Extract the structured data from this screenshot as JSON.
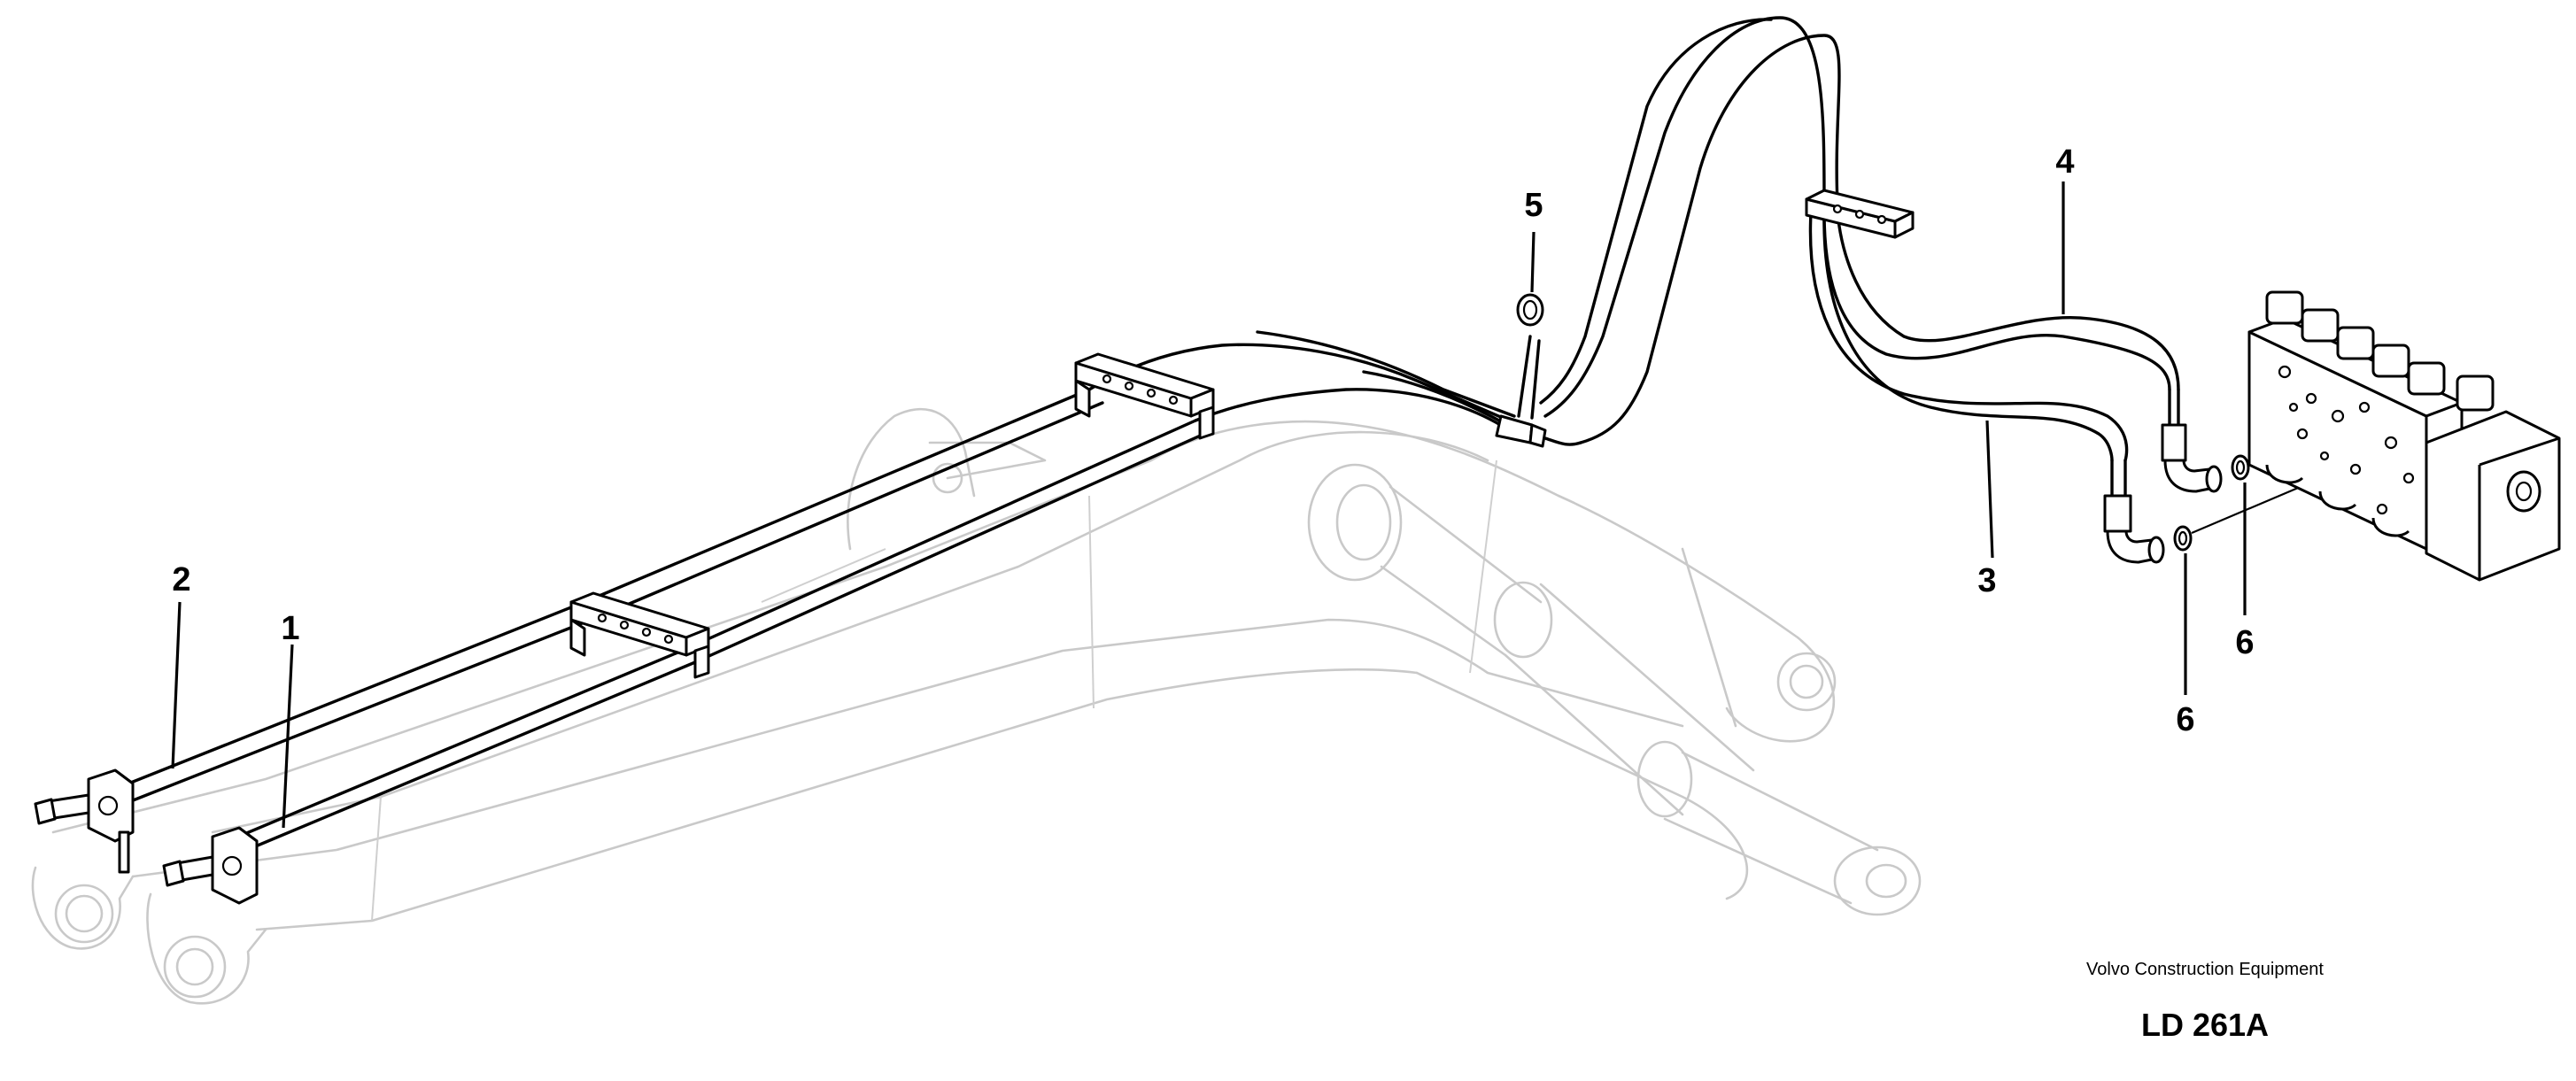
{
  "diagram": {
    "callouts": [
      {
        "id": "1",
        "label": "1"
      },
      {
        "id": "2",
        "label": "2"
      },
      {
        "id": "3",
        "label": "3"
      },
      {
        "id": "4",
        "label": "4"
      },
      {
        "id": "5",
        "label": "5"
      },
      {
        "id": "6a",
        "label": "6"
      },
      {
        "id": "6b",
        "label": "6"
      }
    ]
  },
  "caption": {
    "company": "Volvo Construction Equipment",
    "code": "LD 261A"
  }
}
